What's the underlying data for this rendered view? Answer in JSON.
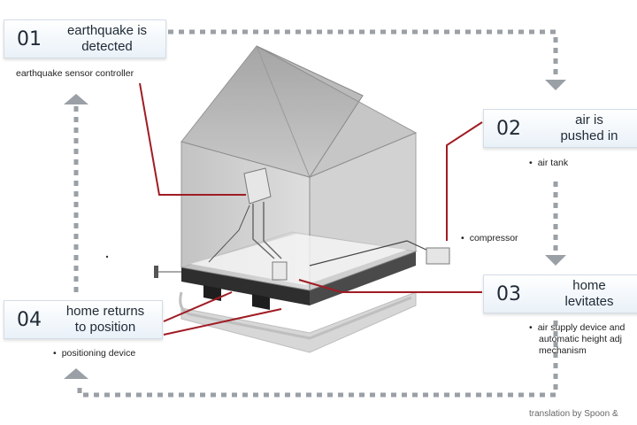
{
  "steps": [
    {
      "number": "01",
      "title": [
        "earthquake is",
        "detected"
      ],
      "items": [
        "earthquake sensor controller"
      ]
    },
    {
      "number": "02",
      "title": [
        "air is",
        "pushed in"
      ],
      "items": [
        "air tank"
      ]
    },
    {
      "number": "03",
      "title": [
        "home",
        "levitates"
      ],
      "items": [
        "air supply device and",
        "automatic height adj",
        "mechanism"
      ]
    },
    {
      "number": "04",
      "title": [
        "home returns",
        "to position"
      ],
      "items": [
        "positioning device"
      ]
    }
  ],
  "labels": {
    "compressor": "compressor"
  },
  "credit": "translation by Spoon &",
  "colors": {
    "leader_line": "#a01c24",
    "flow_arrow": "#9aa0a6",
    "box_fill": "#eef4fa"
  }
}
